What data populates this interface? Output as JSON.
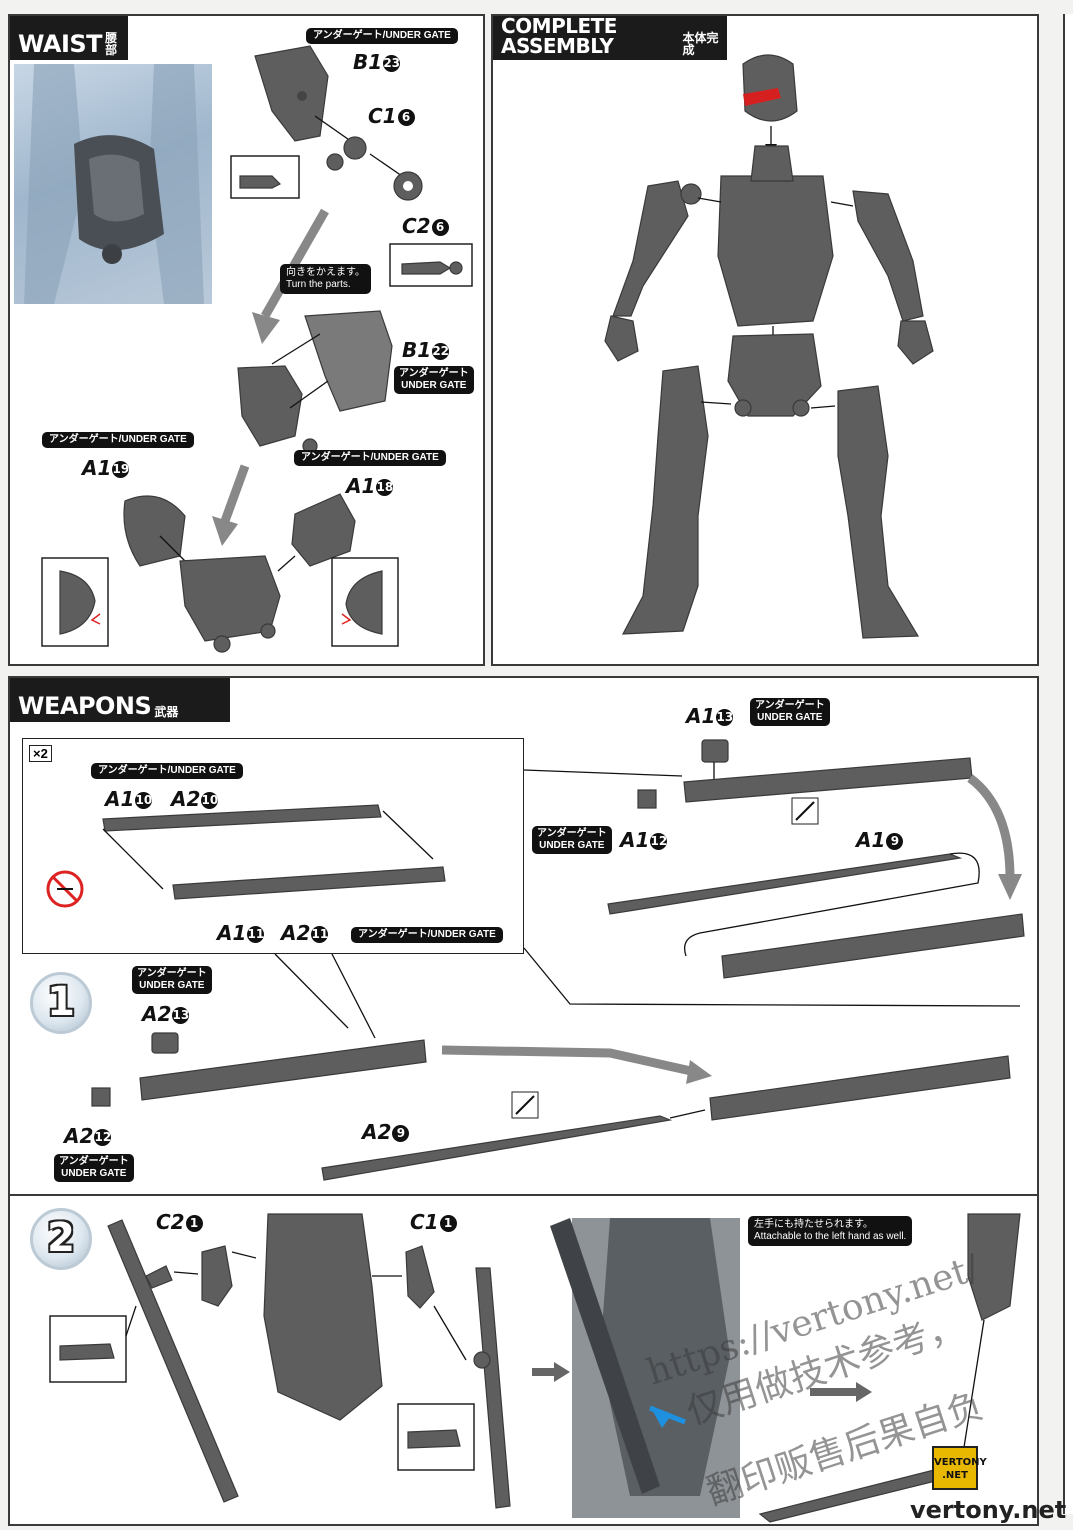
{
  "waist": {
    "title_en": "WAIST",
    "title_jp": "腰部",
    "under_gate": "アンダーゲート/UNDER GATE",
    "under_gate_jp": "アンダーゲート",
    "under_gate_en": "UNDER GATE",
    "turn_note_jp": "向きをかえます。",
    "turn_note_en": "Turn the parts.",
    "parts": [
      {
        "code": "B1",
        "num": "23"
      },
      {
        "code": "C1",
        "num": "6"
      },
      {
        "code": "C2",
        "num": "6"
      },
      {
        "code": "B1",
        "num": "22"
      },
      {
        "code": "A1",
        "num": "19"
      },
      {
        "code": "A1",
        "num": "18"
      }
    ]
  },
  "complete": {
    "title_en": "COMPLETE ASSEMBLY",
    "title_jp": "本体完成"
  },
  "weapons": {
    "title_en": "WEAPONS",
    "title_jp": "武器",
    "multiplier": "×2",
    "under_gate": "アンダーゲート/UNDER GATE",
    "under_gate_jp": "アンダーゲート",
    "under_gate_en": "UNDER GATE",
    "left_hand_note_jp": "左手にも持たせられます。",
    "left_hand_note_en": "Attachable to the left hand as well.",
    "step1": "1",
    "step2": "2",
    "parts": [
      {
        "code": "A1",
        "num": "13"
      },
      {
        "code": "A1",
        "num": "12"
      },
      {
        "code": "A1",
        "num": "9"
      },
      {
        "code": "A1",
        "num": "10"
      },
      {
        "code": "A2",
        "num": "10"
      },
      {
        "code": "A1",
        "num": "11"
      },
      {
        "code": "A2",
        "num": "11"
      },
      {
        "code": "A2",
        "num": "13"
      },
      {
        "code": "A2",
        "num": "12"
      },
      {
        "code": "A2",
        "num": "9"
      },
      {
        "code": "C2",
        "num": "1"
      },
      {
        "code": "C1",
        "num": "1"
      }
    ]
  },
  "watermark": {
    "url": "https://vertony.net/",
    "cn_1": "仅用做技术参考，",
    "cn_2": "翻印贩售后果自负"
  },
  "footer": {
    "logo_line1": "VERTONY",
    "logo_line2": ".NET",
    "site": "vertony.net"
  }
}
